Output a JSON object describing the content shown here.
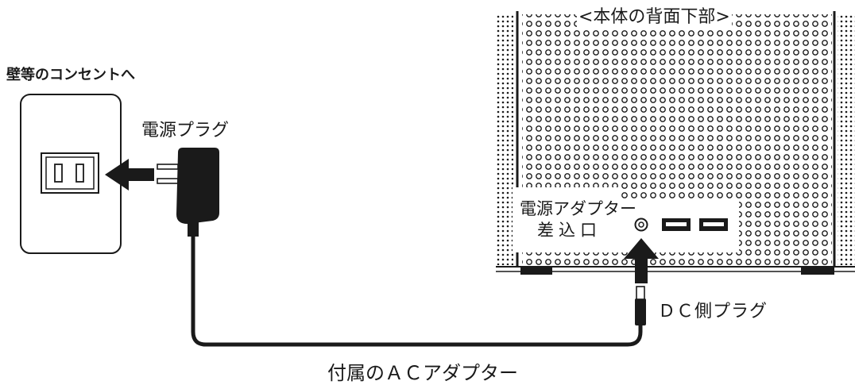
{
  "labels": {
    "wall_outlet": "壁等のコンセントへ",
    "power_plug": "電源プラグ",
    "device_rear": "<本体の背面下部>",
    "dc_inlet_line1": "電源アダプター",
    "dc_inlet_line2": "差込口",
    "dc_plug": "ＤＣ側プラグ",
    "ac_adapter": "付属のＡＣアダプター"
  },
  "colors": {
    "ink": "#1a1a1a",
    "device_panel": "#ffffff",
    "background": "#ffffff"
  },
  "icons": {
    "wall_outlet": "wall-outlet-icon",
    "adapter": "ac-adapter-icon",
    "usb_ports": "usb-port-icon",
    "arrows": "arrow-icon"
  }
}
